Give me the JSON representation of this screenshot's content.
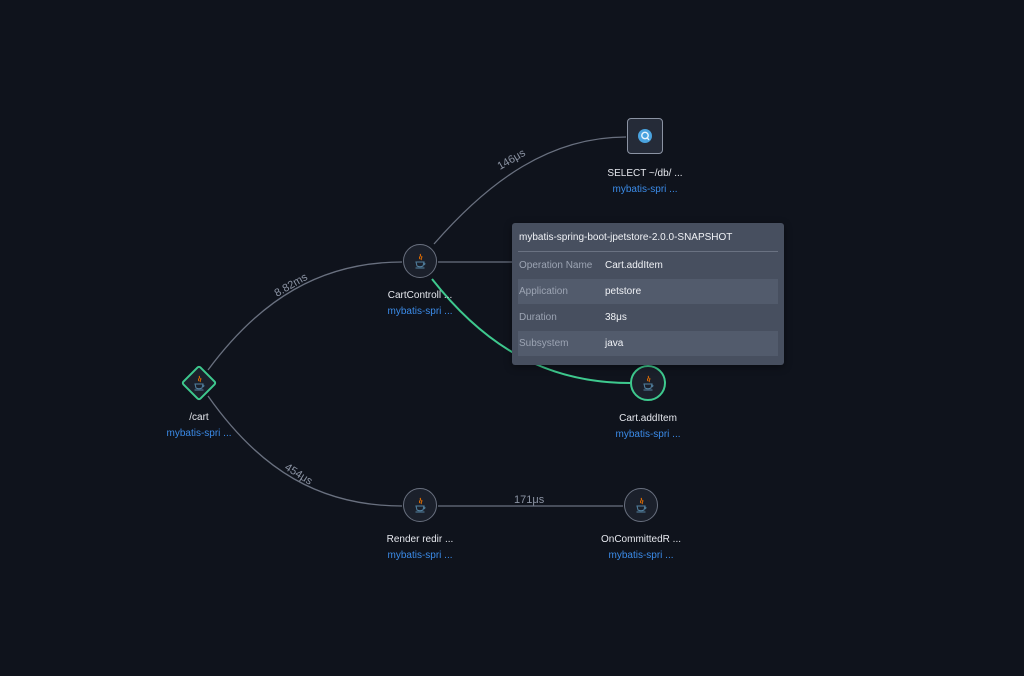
{
  "colors": {
    "background": "#0f131c",
    "edge": "#69707f",
    "active_edge": "#3ec98e",
    "service_link": "#3b8be8"
  },
  "edges": {
    "root_to_controller": "8.82ms",
    "root_to_render": "454μs",
    "controller_to_select": "146μs",
    "render_to_committed": "171μs"
  },
  "nodes": {
    "root": {
      "title": "/cart",
      "service": "mybatis-spri ...",
      "icon": "java-icon"
    },
    "controller": {
      "title": "CartControll ...",
      "service": "mybatis-spri ...",
      "icon": "java-icon"
    },
    "select": {
      "title": "SELECT ~/db/ ...",
      "service": "mybatis-spri ...",
      "icon": "database-icon"
    },
    "additem": {
      "title": "Cart.addItem",
      "service": "mybatis-spri ...",
      "icon": "java-icon"
    },
    "render": {
      "title": "Render redir ...",
      "service": "mybatis-spri ...",
      "icon": "java-icon"
    },
    "committed": {
      "title": "OnCommittedR ...",
      "service": "mybatis-spri ...",
      "icon": "java-icon"
    }
  },
  "tooltip": {
    "title": "mybatis-spring-boot-jpetstore-2.0.0-SNAPSHOT",
    "rows": [
      {
        "key": "Operation Name",
        "value": "Cart.addItem"
      },
      {
        "key": "Application",
        "value": "petstore"
      },
      {
        "key": "Duration",
        "value": "38μs"
      },
      {
        "key": "Subsystem",
        "value": "java"
      }
    ]
  }
}
